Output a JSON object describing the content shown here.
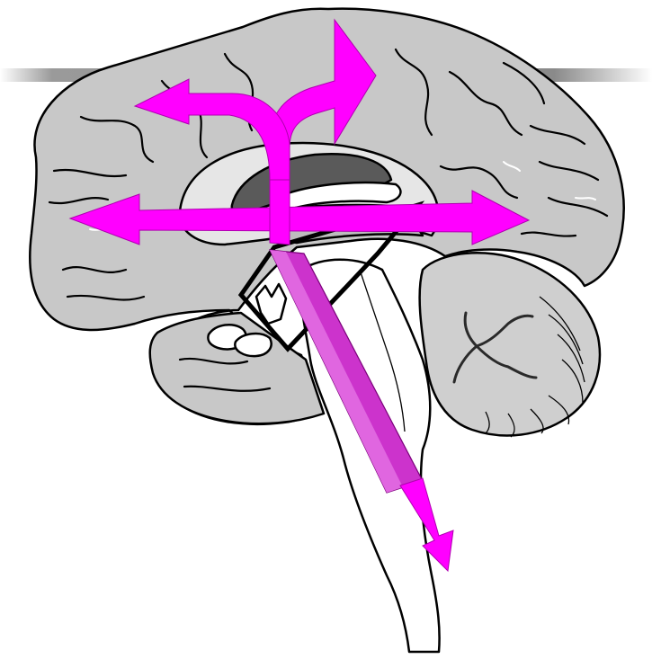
{
  "figure": {
    "subject": "brain-midsagittal-section",
    "colors": {
      "background": "#ffffff",
      "cortex": "#c8c8c8",
      "cortex_light": "#e2e2e2",
      "ventricle": "#5a5a5a",
      "brainstem": "#ffffff",
      "cerebellum": "#cfcfcf",
      "outline": "#000000",
      "arrow": "#ff00ff",
      "arrow_shaded": "#cc33cc",
      "header_bar": "#8a8a8a"
    },
    "arrows": [
      {
        "name": "anterior-posterior",
        "direction": "both"
      },
      {
        "name": "upward-curve",
        "direction": "up-right"
      },
      {
        "name": "forward-curve",
        "direction": "left"
      },
      {
        "name": "descending-brainstem",
        "direction": "down"
      }
    ]
  }
}
